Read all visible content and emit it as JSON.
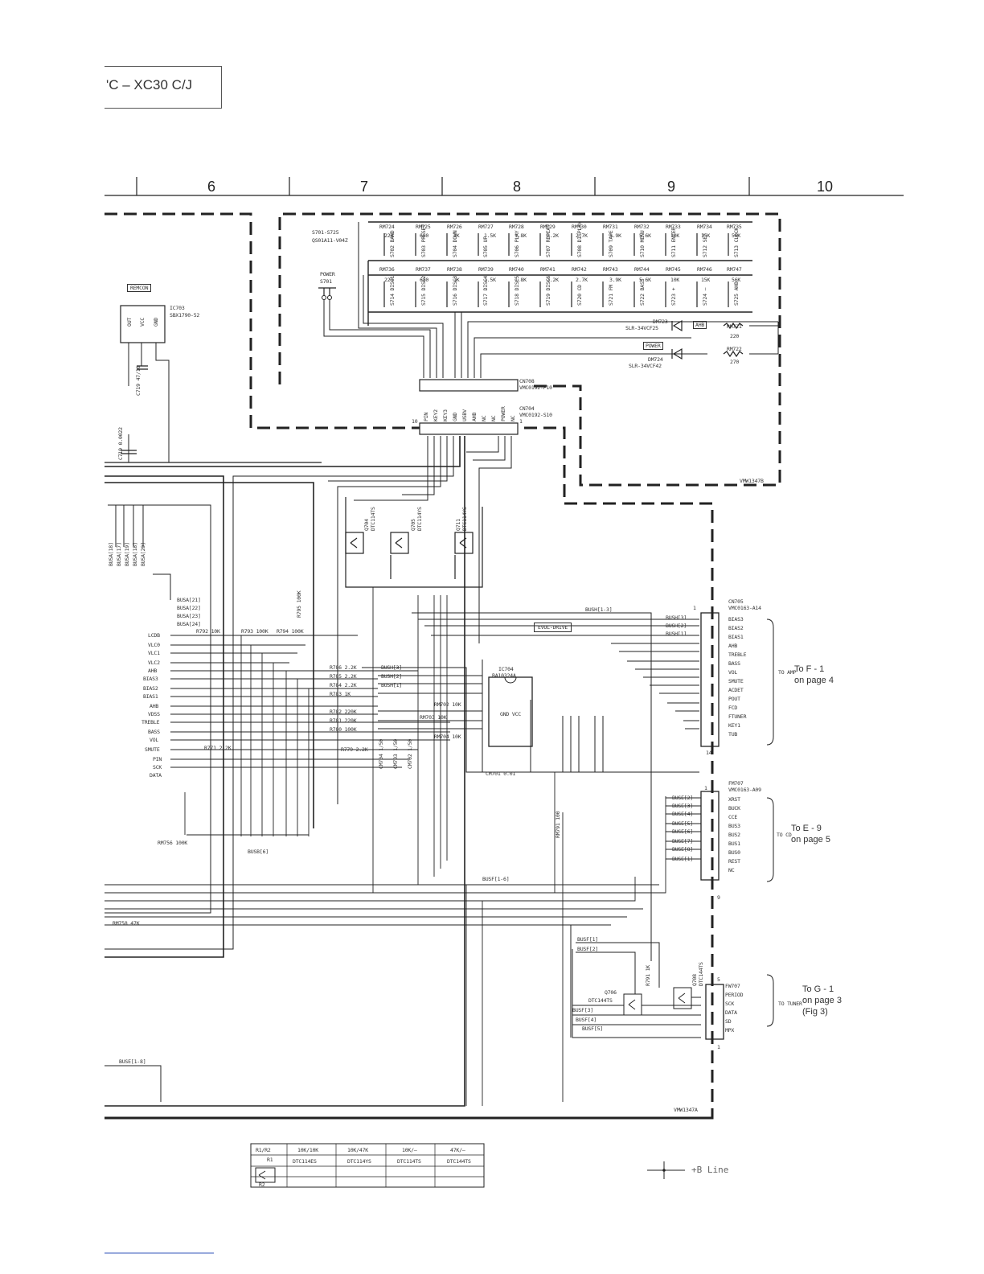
{
  "header": {
    "model": "'C – XC30 C/J",
    "columns": [
      "6",
      "7",
      "8",
      "9",
      "10"
    ]
  },
  "key_board": {
    "switch_group": "S701-S725",
    "switch_part": "QS01A11-V04Z",
    "power_switch_ref": "S701",
    "power_label": "POWER",
    "top_resistors": [
      "RM724",
      "RM725",
      "RM726",
      "RM727",
      "RM728",
      "RM729",
      "RM730",
      "RM731",
      "RM732",
      "RM733",
      "RM734",
      "RM735"
    ],
    "top_values": [
      "220",
      "680",
      "1K",
      "1.5K",
      "1.8K",
      "2.2K",
      "2.7K",
      "3.9K",
      "5.6K",
      "10K",
      "15K",
      "56K"
    ],
    "top_switches": [
      "S702 BAND",
      "S703 PRESET",
      "S704 DOWN",
      "S705 UP",
      "S706 PLAY",
      "S707 REPEAT",
      "S708 DISPLAY",
      "S709 TAPE",
      "S710 MENU",
      "S711 ENTER",
      "S712 SET",
      "S713 CLOCK"
    ],
    "bottom_resistors": [
      "RM736",
      "RM737",
      "RM738",
      "RM739",
      "RM740",
      "RM741",
      "RM742",
      "RM743",
      "RM744",
      "RM745",
      "RM746",
      "RM747"
    ],
    "bottom_values": [
      "220",
      "680",
      "1K",
      "1.5K",
      "1.8K",
      "2.2K",
      "2.7K",
      "3.9K",
      "5.6K",
      "10K",
      "15K",
      "56K"
    ],
    "bottom_switches": [
      "S714 DISC1",
      "S715 DISC2",
      "S716 DISC3",
      "S717 DISC4",
      "S718 DISC5",
      "S719 DISC6",
      "S720 CD",
      "S721 FM",
      "S722 BASS",
      "S723 +",
      "S724 –",
      "S725 AHB"
    ],
    "leds": [
      {
        "ref": "DM723",
        "part": "SLR-34VCF25",
        "label": "AHB",
        "res": "RM721",
        "val": "220"
      },
      {
        "ref": "DM724",
        "part": "SLR-34VCF42",
        "label": "POWER",
        "res": "RM722",
        "val": "270"
      }
    ],
    "board_code": "VMW1347B"
  },
  "connectors": {
    "cn708": {
      "ref": "CN708",
      "part": "VMC0192-P10"
    },
    "cn704": {
      "ref": "CN704",
      "part": "VMC0192-S10",
      "pins": [
        "PIN",
        "KEY2",
        "KEY3",
        "GND",
        "USBV",
        "AHB",
        "NC",
        "NC",
        "POWER",
        "NC"
      ],
      "first": "10",
      "last": "1"
    },
    "cn705": {
      "ref": "CN705",
      "part": "VMC0163-A14",
      "pins": [
        "BIAS3",
        "BIAS2",
        "BIAS1",
        "AHB",
        "TREBLE",
        "BASS",
        "VOL",
        "SMUTE",
        "ACDET",
        "POUT",
        "FCD",
        "FTUNER",
        "KEY1",
        "TUB"
      ],
      "first": "1",
      "last": "14"
    },
    "fm707a": {
      "ref": "FM707",
      "part": "VMC0163-A09",
      "pins": [
        "XRST",
        "BUCK",
        "CCE",
        "BUS3",
        "BUS2",
        "BUS1",
        "BUS0",
        "REST",
        "NC"
      ],
      "first": "1",
      "last": "9"
    },
    "fm707b": {
      "ref": "FW707",
      "pins": [
        "PERIOD",
        "SCK",
        "DATA",
        "SD",
        "MPX"
      ],
      "first": "5",
      "last": "1"
    }
  },
  "remcon": {
    "label": "REMCON",
    "ic": "IC703",
    "part": "SBX1790-52",
    "pins": [
      "OUT",
      "VCC",
      "GND"
    ],
    "cap": "C719 47/10",
    "cap2": "C719 0.0022"
  },
  "ic704": {
    "ref": "IC704",
    "part": "BA10324A",
    "label": "EVOL-DRIVE",
    "gnd_label": "GND VCC"
  },
  "transistors": [
    {
      "ref": "Q704",
      "part": "DTC114TS"
    },
    {
      "ref": "Q705",
      "part": "DTC114YS"
    },
    {
      "ref": "Q711",
      "part": "DTC114YS"
    },
    {
      "ref": "Q706",
      "part": "DTC144TS"
    },
    {
      "ref": "Q708",
      "part": "DTC144TS"
    }
  ],
  "left_signals": [
    "LCDB",
    "VLC0",
    "VLC1",
    "VLC2",
    "AHB",
    "BIAS3",
    "BIAS2",
    "BIAS1",
    "AHB",
    "VDSS",
    "TREBLE",
    "BASS",
    "VOL",
    "SMUTE",
    "PIN",
    "SCK",
    "DATA"
  ],
  "busa_labels": [
    "BUSA[21]",
    "BUSA[22]",
    "BUSA[23]",
    "BUSA[24]"
  ],
  "busa_vert": [
    "BUSA[18]",
    "BUSA[17]",
    "BUSA[19]",
    "BUSA[18]",
    "BUSA[20]"
  ],
  "resistors": {
    "r793": "R793 100K",
    "r794": "R794 100K",
    "r792": "R792 10K",
    "r795": "R795 100K",
    "r786": "R786 2.2K",
    "r785": "R785 2.2K",
    "r784": "R784 2.2K",
    "r783": "R783 1K",
    "r782": "R782 220K",
    "r781": "R781 220K",
    "r780": "R780 100K",
    "r779": "R779 2.2K",
    "r771": "R771 2.2K",
    "rm702": "RM702 10K",
    "rm703": "RM703 10K",
    "rm704": "RM704 10K",
    "rm756": "RM756 100K",
    "rm758": "RM758 47K",
    "rm791": "RM791 100",
    "r791": "R791 1K"
  },
  "bus_labels": {
    "bush_13": "BUSH[1-3]",
    "bush3": "BUSH[3]",
    "bush2": "BUSH[2]",
    "bush1": "BUSH[1]",
    "busb6": "BUSB[6]",
    "busf_16": "BUSF[1-6]",
    "buse_18": "BUSE[1-8]",
    "busf1": "BUSF[1]",
    "busf2": "BUSF[2]",
    "busf3": "BUSF[3]",
    "busf4": "BUSF[4]",
    "busf5": "BUSF[5]",
    "buse": [
      "BUSE[2]",
      "BUSE[3]",
      "BUSE[4]",
      "BUSE[5]",
      "BUSE[6]",
      "BUSE[7]",
      "BUSE[8]",
      "BUSE[1]"
    ]
  },
  "caps": {
    "cm701": "CM701 0.01",
    "cm704": "CM704 1/50",
    "cm703": "CM703 1/50",
    "cm702": "CM702 1/50"
  },
  "destinations": [
    {
      "to": "TO AMP",
      "text": "To F - 1",
      "page": "on page 4"
    },
    {
      "to": "TO CD",
      "text": "To E - 9",
      "page": "on page 5"
    },
    {
      "to": "TO TUNER",
      "text": "To G - 1",
      "page": "on page 3",
      "fig": "(Fig 3)"
    }
  ],
  "main_board_code": "VMW1347A",
  "legend_table": {
    "headers": [
      "R1/R2",
      "10K/10K",
      "10K/47K",
      "10K/–",
      "47K/–"
    ],
    "row": [
      "",
      "DTC114ES",
      "DTC114YS",
      "DTC114TS",
      "DTC144TS"
    ],
    "r1": "R1",
    "r2": "R2"
  },
  "b_line": "+B Line"
}
